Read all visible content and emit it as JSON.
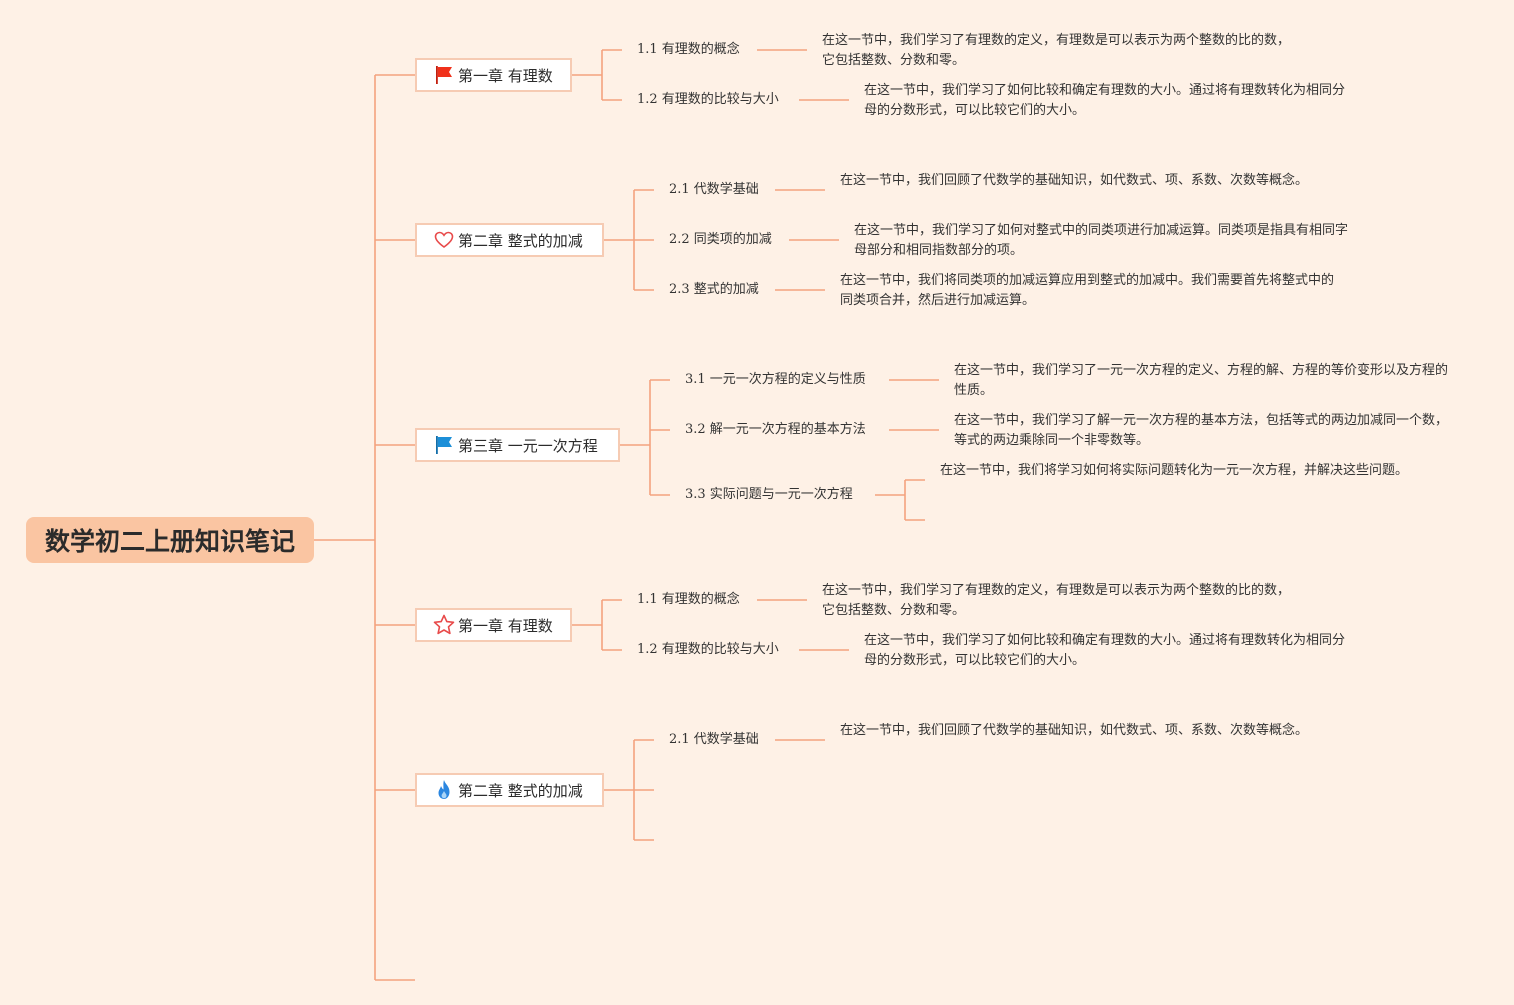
{
  "root": {
    "title": "数学初二上册知识笔记"
  },
  "chapters": [
    {
      "title": "第一章 有理数",
      "icon": "red-flag-icon",
      "sections": [
        {
          "label": "1.1 有理数的概念",
          "note": "在这一节中，我们学习了有理数的定义，有理数是可以表示为两个整数的比的数，它包括整数、分数和零。"
        },
        {
          "label": "1.2 有理数的比较与大小",
          "note": "在这一节中，我们学习了如何比较和确定有理数的大小。通过将有理数转化为相同分母的分数形式，可以比较它们的大小。"
        }
      ]
    },
    {
      "title": "第二章 整式的加减",
      "icon": "heart-icon",
      "sections": [
        {
          "label": "2.1 代数学基础",
          "note": "在这一节中，我们回顾了代数学的基础知识，如代数式、项、系数、次数等概念。"
        },
        {
          "label": "2.2 同类项的加减",
          "note": "在这一节中，我们学习了如何对整式中的同类项进行加减运算。同类项是指具有相同字母部分和相同指数部分的项。"
        },
        {
          "label": "2.3 整式的加减",
          "note": "在这一节中，我们将同类项的加减运算应用到整式的加减中。我们需要首先将整式中的同类项合并，然后进行加减运算。"
        }
      ]
    },
    {
      "title": "第三章 一元一次方程",
      "icon": "blue-flag-icon",
      "sections": [
        {
          "label": "3.1 一元一次方程的定义与性质",
          "note": "在这一节中，我们学习了一元一次方程的定义、方程的解、方程的等价变形以及方程的性质。"
        },
        {
          "label": "3.2 解一元一次方程的基本方法",
          "note": "在这一节中，我们学习了解一元一次方程的基本方法，包括等式的两边加减同一个数，等式的两边乘除同一个非零数等。"
        },
        {
          "label": "3.3 实际问题与一元一次方程",
          "note": "在这一节中，我们将学习如何将实际问题转化为一元一次方程，并解决这些问题。"
        }
      ]
    },
    {
      "title": "第一章 有理数",
      "icon": "star-icon",
      "sections": [
        {
          "label": "1.1 有理数的概念",
          "note": "在这一节中，我们学习了有理数的定义，有理数是可以表示为两个整数的比的数，它包括整数、分数和零。"
        },
        {
          "label": "1.2 有理数的比较与大小",
          "note": "在这一节中，我们学习了如何比较和确定有理数的大小。通过将有理数转化为相同分母的分数形式，可以比较它们的大小。"
        }
      ]
    },
    {
      "title": "第二章 整式的加减",
      "icon": "fire-icon",
      "sections": [
        {
          "label": "2.1 代数学基础",
          "note": "在这一节中，我们回顾了代数学的基础知识，如代数式、项、系数、次数等概念。"
        }
      ]
    }
  ],
  "colors": {
    "background": "#fef1e6",
    "connector": "#f4a27e",
    "root_fill": "#fac5a2",
    "chapter_border": "#f6cbb3",
    "flag_red": "#f0311b",
    "flag_blue": "#1c8fd8",
    "heart": "#e84a4a",
    "star": "#e84a4a",
    "fire": "#2a86e0"
  }
}
